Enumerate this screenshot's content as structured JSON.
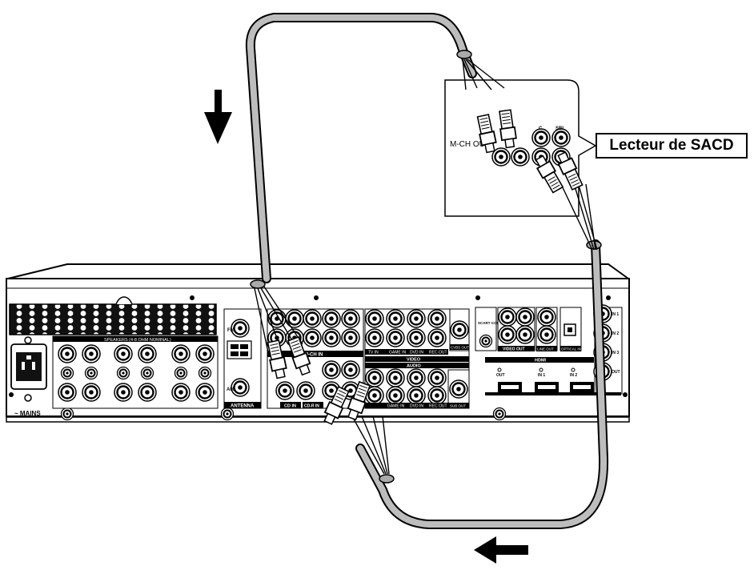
{
  "callout": {
    "title": "Lecteur de SACD"
  },
  "player_panel": {
    "mch_out": "M-CH OUT",
    "jack_c": "C",
    "jack_sbl": "SBL"
  },
  "receiver": {
    "mains": "~ MAINS",
    "speakers": "SPEAKERS (4-8 OHM NOMINAL)",
    "antenna": "ANTENNA",
    "fm": "FM",
    "am": "AM",
    "mch_in": "M-CH IN",
    "audio": "AUDIO",
    "video": "VIDEO",
    "cd_in": "CD IN",
    "cdr_in": "CD-R IN",
    "tv_in": "TV IN",
    "game_in": "GAME IN",
    "dvd_in": "DVD IN",
    "rec_out": "REC OUT",
    "cvbs_out": "CVBS OUT",
    "sub_out": "SUB OUT",
    "scart": "SCART CONTROL",
    "video_out": "VIDEO OUT",
    "line_out": "LINE OUT",
    "optical_in": "OPTICAL IN",
    "hdmi": "HDMI",
    "hdmi_out": "OUT",
    "hdmi_in1": "IN 1",
    "hdmi_in2": "IN 2",
    "side_in1": "IN 1",
    "side_in2": "IN 2",
    "side_in3": "IN 3",
    "side_out": "OUT"
  },
  "colors": {
    "cable": "#bdbdbd",
    "outline": "#000000",
    "grille": "#1a1a1a"
  },
  "arrows": [
    "arrow-down",
    "arrow-left"
  ]
}
